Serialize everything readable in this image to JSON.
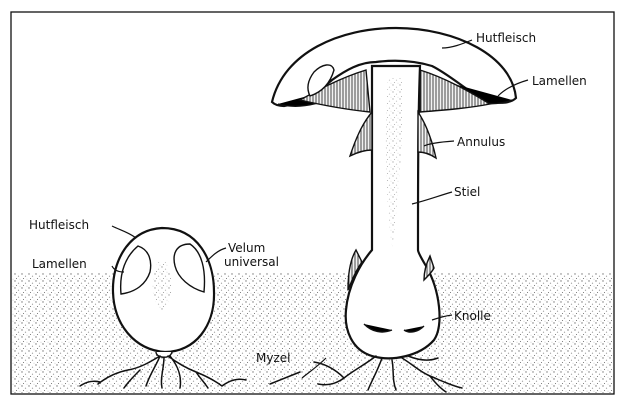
{
  "labels": {
    "hutfleisch_right": "Hutfleisch",
    "lamellen_right": "Lamellen",
    "annulus": "Annulus",
    "stiel": "Stiel",
    "knolle": "Knolle",
    "myzel": "Myzel",
    "hutfleisch_left": "Hutfleisch",
    "lamellen_left": "Lamellen",
    "velum_line1": "Velum",
    "velum_line2": "universal"
  },
  "colors": {
    "ink": "#111111",
    "paper": "#ffffff",
    "soil_stipple": "#8a8a8a"
  }
}
